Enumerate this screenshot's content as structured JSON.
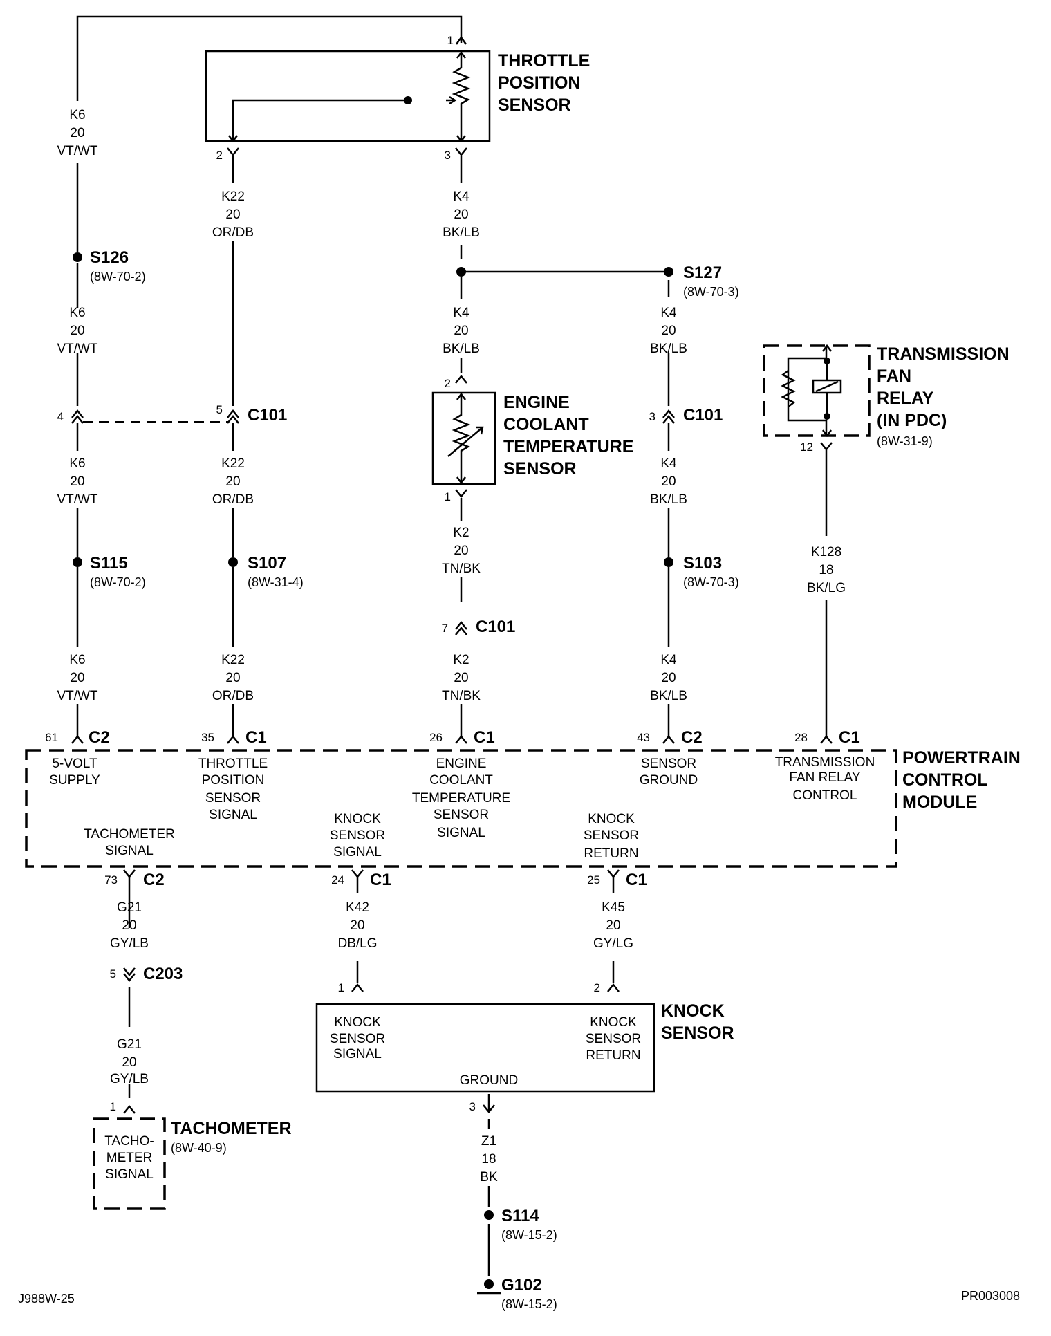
{
  "components": {
    "tps": {
      "name": [
        "THROTTLE",
        "POSITION",
        "SENSOR"
      ]
    },
    "ect": {
      "name": [
        "ENGINE",
        "COOLANT",
        "TEMPERATURE",
        "SENSOR"
      ]
    },
    "relay": {
      "name": [
        "TRANSMISSION",
        "FAN",
        "RELAY",
        "(IN PDC)"
      ],
      "ref": "(8W-31-9)"
    },
    "pcm": {
      "name": [
        "POWERTRAIN",
        "CONTROL",
        "MODULE"
      ]
    },
    "knock": {
      "name": [
        "KNOCK",
        "SENSOR"
      ],
      "signal": [
        "KNOCK",
        "SENSOR",
        "SIGNAL"
      ],
      "return": [
        "KNOCK",
        "SENSOR",
        "RETURN"
      ],
      "ground": "GROUND"
    },
    "tach": {
      "name": "TACHOMETER",
      "ref": "(8W-40-9)",
      "inner": [
        "TACHO-",
        "METER",
        "SIGNAL"
      ]
    }
  },
  "pcm_pins": [
    {
      "pin": "61",
      "conn": "C2",
      "label": [
        "5-VOLT",
        "SUPPLY"
      ]
    },
    {
      "pin": "35",
      "conn": "C1",
      "label": [
        "THROTTLE",
        "POSITION",
        "SENSOR",
        "SIGNAL"
      ]
    },
    {
      "pin": "26",
      "conn": "C1",
      "label": [
        "ENGINE",
        "COOLANT",
        "TEMPERATURE",
        "SENSOR",
        "SIGNAL"
      ]
    },
    {
      "pin": "43",
      "conn": "C2",
      "label": [
        "SENSOR",
        "GROUND"
      ]
    },
    {
      "pin": "28",
      "conn": "C1",
      "label": [
        "TRANSMISSION",
        "FAN RELAY",
        "CONTROL"
      ]
    },
    {
      "pin": "73",
      "conn": "C2",
      "label": [
        "TACHOMETER",
        "SIGNAL"
      ]
    },
    {
      "pin": "24",
      "conn": "C1",
      "label": [
        "KNOCK",
        "SENSOR",
        "SIGNAL"
      ]
    },
    {
      "pin": "25",
      "conn": "C1",
      "label": [
        "KNOCK",
        "SENSOR",
        "RETURN"
      ]
    }
  ],
  "wires": [
    {
      "lines": [
        "K6",
        "20",
        "VT/WT"
      ]
    },
    {
      "lines": [
        "K22",
        "20",
        "OR/DB"
      ]
    },
    {
      "lines": [
        "K4",
        "20",
        "BK/LB"
      ]
    },
    {
      "lines": [
        "K6",
        "20",
        "VT/WT"
      ]
    },
    {
      "lines": [
        "K4",
        "20",
        "BK/LB"
      ]
    },
    {
      "lines": [
        "K4",
        "20",
        "BK/LB"
      ]
    },
    {
      "lines": [
        "K6",
        "20",
        "VT/WT"
      ]
    },
    {
      "lines": [
        "K22",
        "20",
        "OR/DB"
      ]
    },
    {
      "lines": [
        "K4",
        "20",
        "BK/LB"
      ]
    },
    {
      "lines": [
        "K2",
        "20",
        "TN/BK"
      ]
    },
    {
      "lines": [
        "K128",
        "18",
        "BK/LG"
      ]
    },
    {
      "lines": [
        "K6",
        "20",
        "VT/WT"
      ]
    },
    {
      "lines": [
        "K22",
        "20",
        "OR/DB"
      ]
    },
    {
      "lines": [
        "K2",
        "20",
        "TN/BK"
      ]
    },
    {
      "lines": [
        "K4",
        "20",
        "BK/LB"
      ]
    },
    {
      "lines": [
        "G21",
        "20",
        "GY/LB"
      ]
    },
    {
      "lines": [
        "K42",
        "20",
        "DB/LG"
      ]
    },
    {
      "lines": [
        "K45",
        "20",
        "GY/LG"
      ]
    },
    {
      "lines": [
        "G21",
        "20",
        "GY/LB"
      ]
    },
    {
      "lines": [
        "Z1",
        "18",
        "BK"
      ]
    }
  ],
  "splices": [
    {
      "id": "S126",
      "ref": "(8W-70-2)"
    },
    {
      "id": "S127",
      "ref": "(8W-70-3)"
    },
    {
      "id": "S115",
      "ref": "(8W-70-2)"
    },
    {
      "id": "S107",
      "ref": "(8W-31-4)"
    },
    {
      "id": "S103",
      "ref": "(8W-70-3)"
    },
    {
      "id": "S114",
      "ref": "(8W-15-2)"
    }
  ],
  "ground": {
    "id": "G102",
    "ref": "(8W-15-2)"
  },
  "pins": {
    "tps1": "1",
    "tps2": "2",
    "tps3": "3",
    "ect2": "2",
    "ect1": "1",
    "c101_4": "4",
    "c101_5": "5",
    "c101_3": "3",
    "c101_7": "7",
    "relay12": "12",
    "c203_5": "5",
    "ks1": "1",
    "ks2": "2",
    "ks3": "3",
    "tach1": "1"
  },
  "connectors": {
    "c101": "C101",
    "c203": "C203"
  },
  "footer": {
    "left": "J988W-25",
    "right": "PR003008"
  }
}
